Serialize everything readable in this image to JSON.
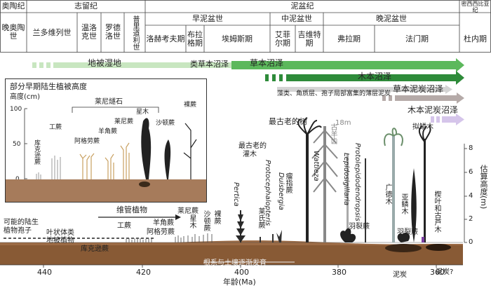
{
  "timescale": {
    "periods": [
      "奥陶纪",
      "志留纪",
      "泥盆纪",
      "密西西比亚纪"
    ],
    "subperiods": [
      "早泥盆世",
      "中泥盆世",
      "晚泥盆世"
    ],
    "epochs": [
      "晚奥陶世",
      "兰多维列世",
      "温洛克世",
      "罗德洛世",
      "普里道利世",
      "洛赫考夫期",
      "布拉格期",
      "埃姆斯期",
      "艾菲尔期",
      "吉维特期",
      "弗拉期",
      "法门期",
      "杜内期"
    ]
  },
  "bands": [
    {
      "label": "地被湿地",
      "color": "#c8e6c0"
    },
    {
      "label": "类草本沼泽",
      "color": "#9bd48d"
    },
    {
      "label": "草本沼泽",
      "color": "#5cb85c"
    },
    {
      "label": "木本沼泽",
      "color": "#2e8b3a"
    },
    {
      "label": "藻类、角质层、孢子局部富集的薄层泥炭",
      "color": "#cfcfcf"
    },
    {
      "label": "草本泥炭沼泽",
      "color": "#b5aaa8"
    },
    {
      "label": "木本泥炭沼泽",
      "color": "#d5c5ea"
    }
  ],
  "inset": {
    "title": "部分早期陆生植被高度",
    "ylabel": "高度(cm)",
    "yticks": [
      "100",
      "50",
      "0"
    ],
    "group_label": "莱尼燧石",
    "plants": [
      "库克逊蕨",
      "工蕨",
      "阿格劳蕨",
      "羊角蕨",
      "莱尼蕨",
      "星木",
      "沙顿蕨",
      "裸蕨"
    ]
  },
  "main": {
    "left_labels": [
      "可能的陆生",
      "植物孢子",
      "叶状体类",
      "地被植物"
    ],
    "vascular_label": "维管植物",
    "root_label": "根系与土壤逐渐发育",
    "oldest_tree": "最古老的树",
    "oldest_shrub": [
      "最古老的",
      "灌木"
    ],
    "height_label": "18m",
    "small_plants": [
      "库克逊蕨",
      "工蕨",
      "阿格劳蕨",
      "羊角蕨",
      "莱尼蕨",
      "星木",
      "沙顿蕨",
      "裸蕨"
    ],
    "taxa": [
      "Pertica",
      "莱氏蕨",
      "Protocephalopteris",
      "Duisbergia",
      "瘤指蕨",
      "Wattieza",
      "古羊齿",
      "Lepidosigillaria",
      "羽裂蕨",
      "Protolepidodendropsis",
      "广德木",
      "亚鳞木",
      "羽裂蕨",
      "楔叶和古芦木",
      "拟鳞木"
    ],
    "peat_labels": [
      "泥炭",
      "泥炭?"
    ],
    "question": "?"
  },
  "x_axis": {
    "label": "年龄(Ma)",
    "ticks": [
      "440",
      "420",
      "400",
      "380",
      "360"
    ],
    "tick_values": [
      440,
      420,
      400,
      380,
      360
    ]
  },
  "y_axis": {
    "label": "估算高度(m)",
    "ticks": [
      "8",
      "6",
      "4",
      "2",
      "0"
    ]
  }
}
